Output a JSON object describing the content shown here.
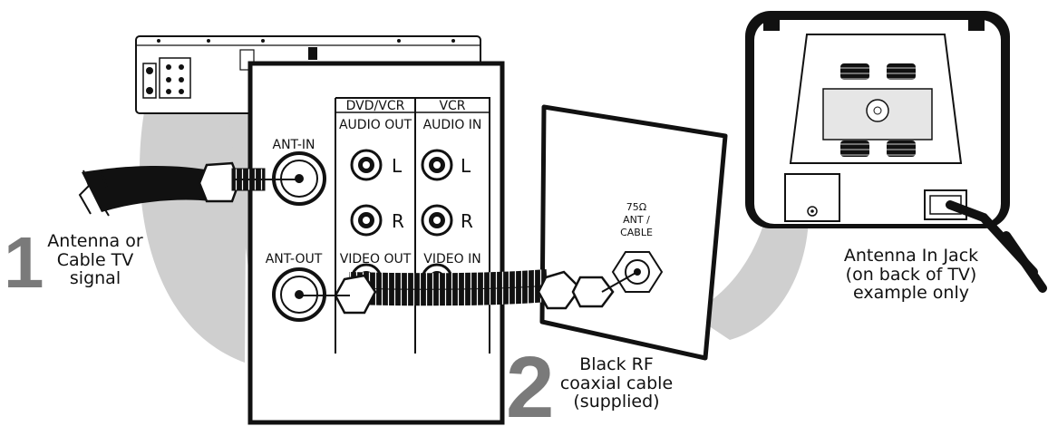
{
  "steps": [
    {
      "number": "1",
      "lines": [
        "Antenna or",
        "Cable TV",
        "signal"
      ]
    },
    {
      "number": "2",
      "lines": [
        "Black RF",
        "coaxial cable",
        "(supplied)"
      ]
    }
  ],
  "tv_note": [
    "Antenna In Jack",
    "(on back of TV)",
    "example only"
  ],
  "panel": {
    "ant_in": "ANT-IN",
    "ant_out": "ANT-OUT",
    "group_dvdvcr": "DVD/VCR",
    "group_vcr": "VCR",
    "audio_out": "AUDIO OUT",
    "audio_in": "AUDIO IN",
    "video_out": "VIDEO OUT",
    "video_in": "VIDEO IN",
    "left": "L",
    "right": "R"
  },
  "wall_jack": {
    "line1": "75Ω",
    "line2": "ANT /",
    "line3": "CABLE"
  }
}
